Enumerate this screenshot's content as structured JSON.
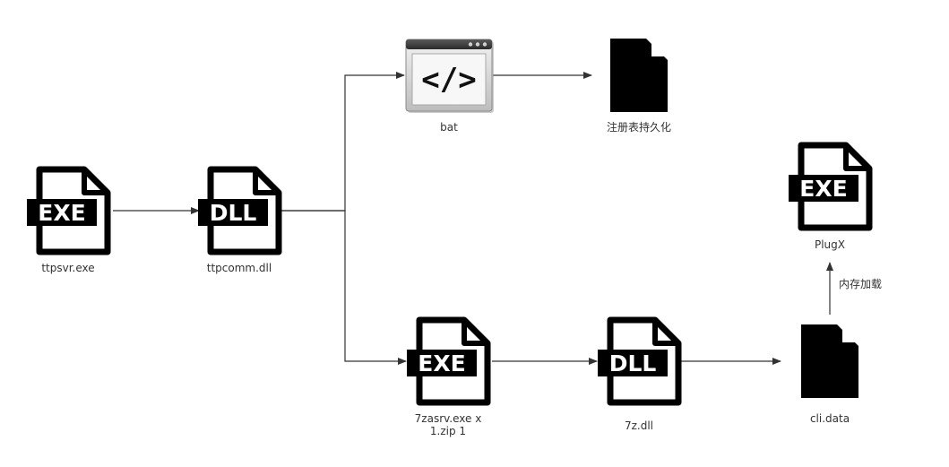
{
  "nodes": [
    {
      "id": "ttpsvr",
      "kind": "exe-file",
      "badge": "EXE",
      "label": "ttpsvr.exe"
    },
    {
      "id": "ttpcomm",
      "kind": "dll-file",
      "badge": "DLL",
      "label": "ttpcomm.dll"
    },
    {
      "id": "bat",
      "kind": "code-window",
      "badge": "</>",
      "label": "bat"
    },
    {
      "id": "registry",
      "kind": "blank-file",
      "label": "注册表持久化"
    },
    {
      "id": "plugx",
      "kind": "exe-file",
      "badge": "EXE",
      "label": "PlugX"
    },
    {
      "id": "7zasrv",
      "kind": "exe-file",
      "badge": "EXE",
      "label": "7zasrv.exe x\n1.zip 1"
    },
    {
      "id": "7zdll",
      "kind": "dll-file",
      "badge": "DLL",
      "label": "7z.dll"
    },
    {
      "id": "clidata",
      "kind": "blank-file",
      "label": "cli.data"
    }
  ],
  "edges": [
    {
      "from": "ttpsvr",
      "to": "ttpcomm",
      "label": ""
    },
    {
      "from": "ttpcomm",
      "to": "bat",
      "label": ""
    },
    {
      "from": "ttpcomm",
      "to": "7zasrv",
      "label": ""
    },
    {
      "from": "bat",
      "to": "registry",
      "label": ""
    },
    {
      "from": "7zasrv",
      "to": "7zdll",
      "label": ""
    },
    {
      "from": "7zdll",
      "to": "clidata",
      "label": ""
    },
    {
      "from": "clidata",
      "to": "plugx",
      "label": "内存加载"
    }
  ],
  "colors": {
    "icon": "#000000",
    "line": "#333333",
    "text": "#333333",
    "window_gray": "#bfbfbf"
  }
}
